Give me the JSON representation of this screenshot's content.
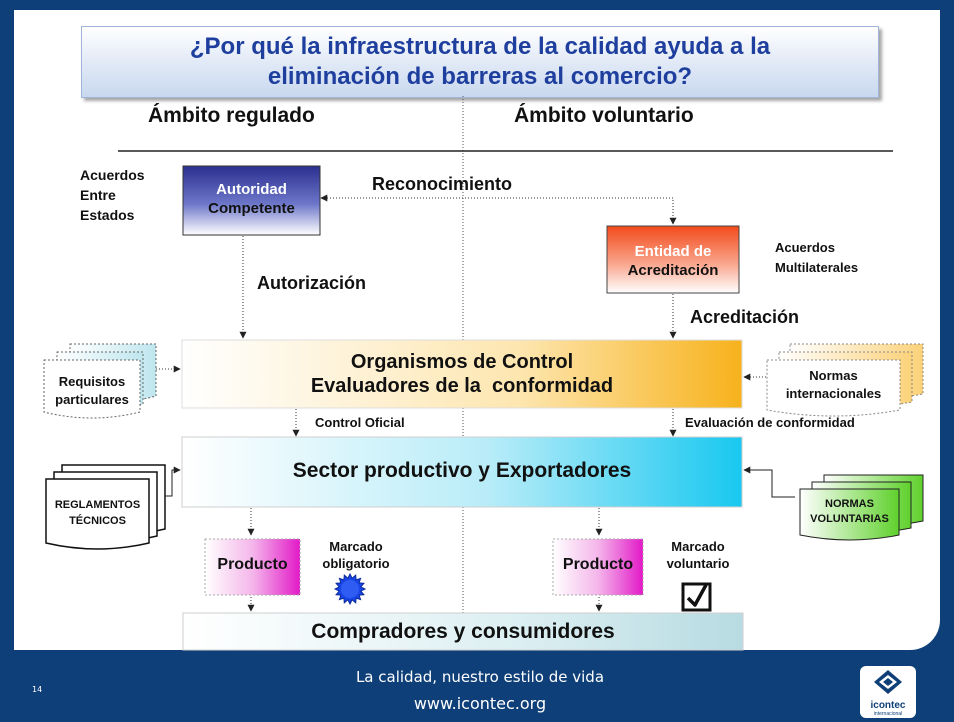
{
  "slide": {
    "title": "¿Por qué la infraestructura de la calidad ayuda a la\neliminación de barreras al comercio?",
    "col_left": "Ámbito regulado",
    "col_right": "Ámbito voluntario"
  },
  "nodes": {
    "acuerdos_estados": [
      "Acuerdos",
      "Entre",
      "Estados"
    ],
    "autoridad": [
      "Autoridad",
      "Competente"
    ],
    "reconocimiento": "Reconocimiento",
    "entidad": [
      "Entidad de",
      "Acreditación"
    ],
    "acuerdos_multi": [
      "Acuerdos",
      "Multilaterales"
    ],
    "autorizacion": "Autorización",
    "acreditacion": "Acreditación",
    "organismos": [
      "Organismos de Control",
      "Evaluadores de la  conformidad"
    ],
    "requisitos": [
      "Requisitos",
      "particulares"
    ],
    "normas_int": [
      "Normas",
      "internacionales"
    ],
    "control_oficial": "Control Oficial",
    "evaluacion": "Evaluación de conformidad",
    "sector": "Sector productivo y Exportadores",
    "reglamentos": [
      "REGLAMENTOS",
      "TÉCNICOS"
    ],
    "normas_vol": [
      "NORMAS",
      "VOLUNTARIAS"
    ],
    "producto_left": "Producto",
    "producto_right": "Producto",
    "marcado_obligatorio": [
      "Marcado",
      "obligatorio"
    ],
    "marcado_voluntario": [
      "Marcado",
      "voluntario"
    ],
    "compradores": "Compradores y consumidores"
  },
  "footer": {
    "page_number": "14",
    "tagline": "La calidad, nuestro estilo de vida",
    "url": "www.icontec.org",
    "logo_text": "icontec",
    "logo_subtext": "internacional"
  },
  "colors": {
    "background": "#0f3f78",
    "title_text": "#1f3f9f",
    "autoridad_fill": "#2b2f8f",
    "entidad_fill": "#f24a1a",
    "organismos_fill": "#f7b21c",
    "sector_fill": "#18c8f0",
    "producto_fill": "#e21ac8",
    "normas_vol_fill": "#5fd12c",
    "compradores_fill": "#b7dbe2"
  }
}
